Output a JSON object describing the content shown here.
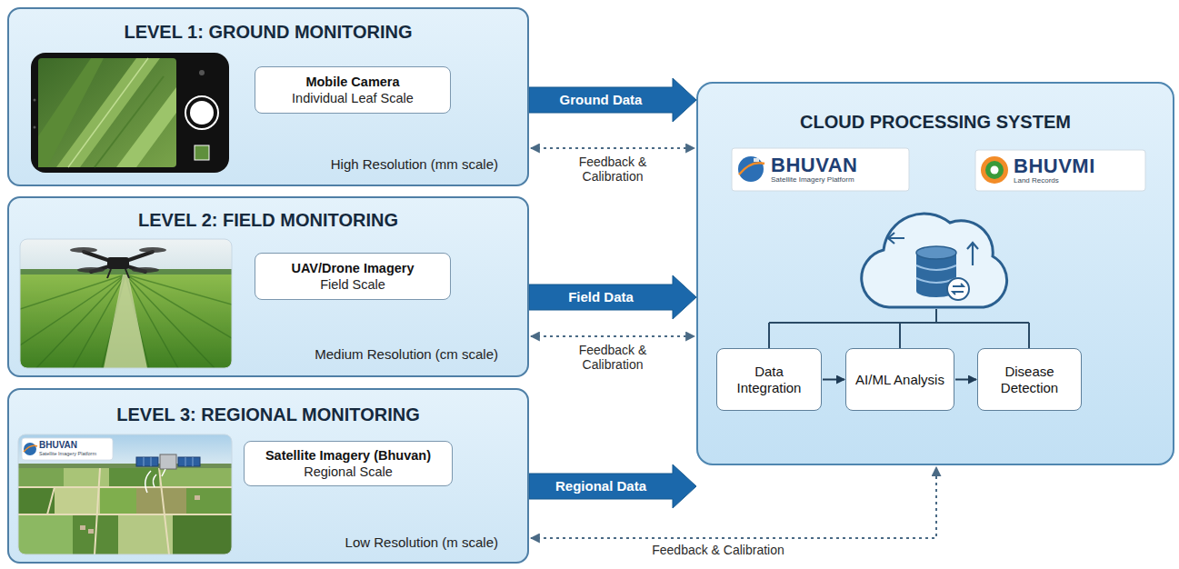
{
  "diagram": {
    "nodes": [
      {
        "text": [
          "LEVEL 1: GROUND MONITORING",
          "High Resolution (mm scale)"
        ]
      },
      {
        "text": [
          "Mobile Camera",
          "Individual Leaf Scale"
        ],
        "in": 0
      },
      {
        "text": [
          "LEVEL 2: FIELD MONITORING",
          "Medium Resolution (cm scale)"
        ]
      },
      {
        "text": [
          "UAV/Drone Imagery",
          "Field Scale"
        ],
        "in": 2
      },
      {
        "text": [
          "LEVEL 3: REGIONAL MONITORING",
          "Low Resolution (m scale)"
        ]
      },
      {
        "text": [
          "Satellite Imagery (Bhuvan)",
          "Regional Scale"
        ],
        "in": 4
      },
      {
        "text": [
          "CLOUD PROCESSING SYSTEM"
        ]
      },
      {
        "text": [
          "BHUVAN",
          "Satellite Imagery Platform"
        ],
        "in": 6
      },
      {
        "text": [
          "BHUVMI",
          "Land Records"
        ],
        "in": 6
      },
      {
        "text": [
          "Data Integration"
        ],
        "in": 6
      },
      {
        "text": [
          "AI/ML Analysis"
        ],
        "in": 6
      },
      {
        "text": [
          "Disease Detection"
        ],
        "in": 6
      }
    ],
    "edges": [
      {
        "from": 0,
        "to": 6,
        "label": "Ground Data",
        "arrow": "to"
      },
      {
        "from": 0,
        "to": 6,
        "label": "Feedback & Calibration",
        "arrow": "both"
      },
      {
        "from": 2,
        "to": 6,
        "label": "Field Data",
        "arrow": "to"
      },
      {
        "from": 2,
        "to": 6,
        "label": "Feedback & Calibration",
        "arrow": "both"
      },
      {
        "from": 4,
        "to": 6,
        "label": "Regional Data",
        "arrow": "to"
      },
      {
        "from": 4,
        "to": 6,
        "label": "Feedback & Calibration",
        "arrow": "both"
      },
      {
        "from": 9,
        "to": 10,
        "arrow": "to"
      },
      {
        "from": 10,
        "to": 11,
        "arrow": "to"
      }
    ],
    "labels": [
      "BHUVAN",
      "Satellite Imagery Platform"
    ]
  }
}
